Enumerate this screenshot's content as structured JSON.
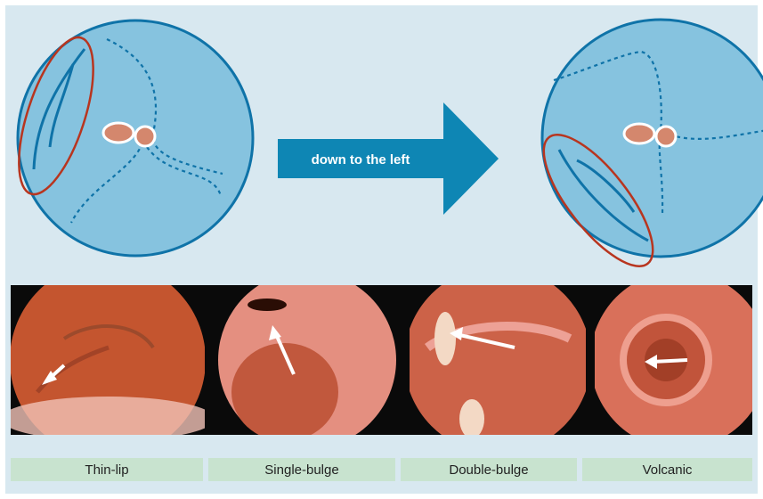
{
  "arrow": {
    "label": "down to the left"
  },
  "captions": [
    "Thin-lip",
    "Single-bulge",
    "Double-bulge",
    "Volcanic"
  ],
  "colors": {
    "panel_bg": "#d8e8f0",
    "lumen_fill": "#86c3df",
    "lumen_stroke": "#0f73a8",
    "highlight_ring": "#b8351f",
    "arrow": "#0e86b4",
    "caption_bg": "#c8e3cf",
    "papilla": "#d4876d"
  }
}
